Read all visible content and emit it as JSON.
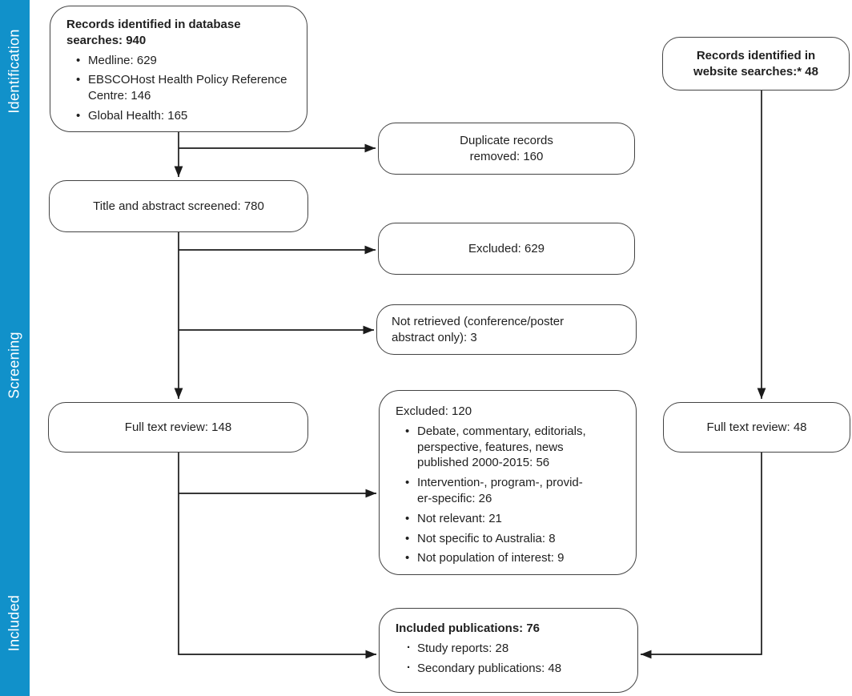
{
  "sidebar": {
    "color": "#1191ca",
    "text_color": "#ffffff",
    "sections": [
      {
        "label": "Identification"
      },
      {
        "label": "Screening"
      },
      {
        "label": "Included"
      }
    ]
  },
  "boxes": {
    "database_search": {
      "title": "Records identified in database\nsearches: 940",
      "items": [
        "Medline: 629",
        "EBSCOHost Health Policy Reference\nCentre: 146",
        "Global Health: 165"
      ]
    },
    "website_search": {
      "title": "Records identified in\nwebsite searches:* 48"
    },
    "duplicates_removed": {
      "label": "Duplicate records\nremoved: 160"
    },
    "title_abstract_screened": {
      "label": "Title and abstract screened: 780"
    },
    "excluded_titles": {
      "label": "Excluded: 629"
    },
    "not_retrieved": {
      "label": "Not retrieved (conference/poster\nabstract only): 3"
    },
    "full_text_review_db": {
      "label": "Full text review: 148"
    },
    "excluded_full_text": {
      "title": "Excluded: 120",
      "items": [
        "Debate, commentary, editorials,\nperspective, features, news\npublished 2000-2015: 56",
        "Intervention-, program-, provid-\ner-specific: 26",
        "Not relevant: 21",
        "Not specific to Australia: 8",
        "Not population of interest: 9"
      ]
    },
    "full_text_review_web": {
      "label": "Full text review: 48"
    },
    "included_publications": {
      "title": "Included publications: 76",
      "items": [
        "Study reports: 28",
        "Secondary publications: 48"
      ]
    }
  }
}
